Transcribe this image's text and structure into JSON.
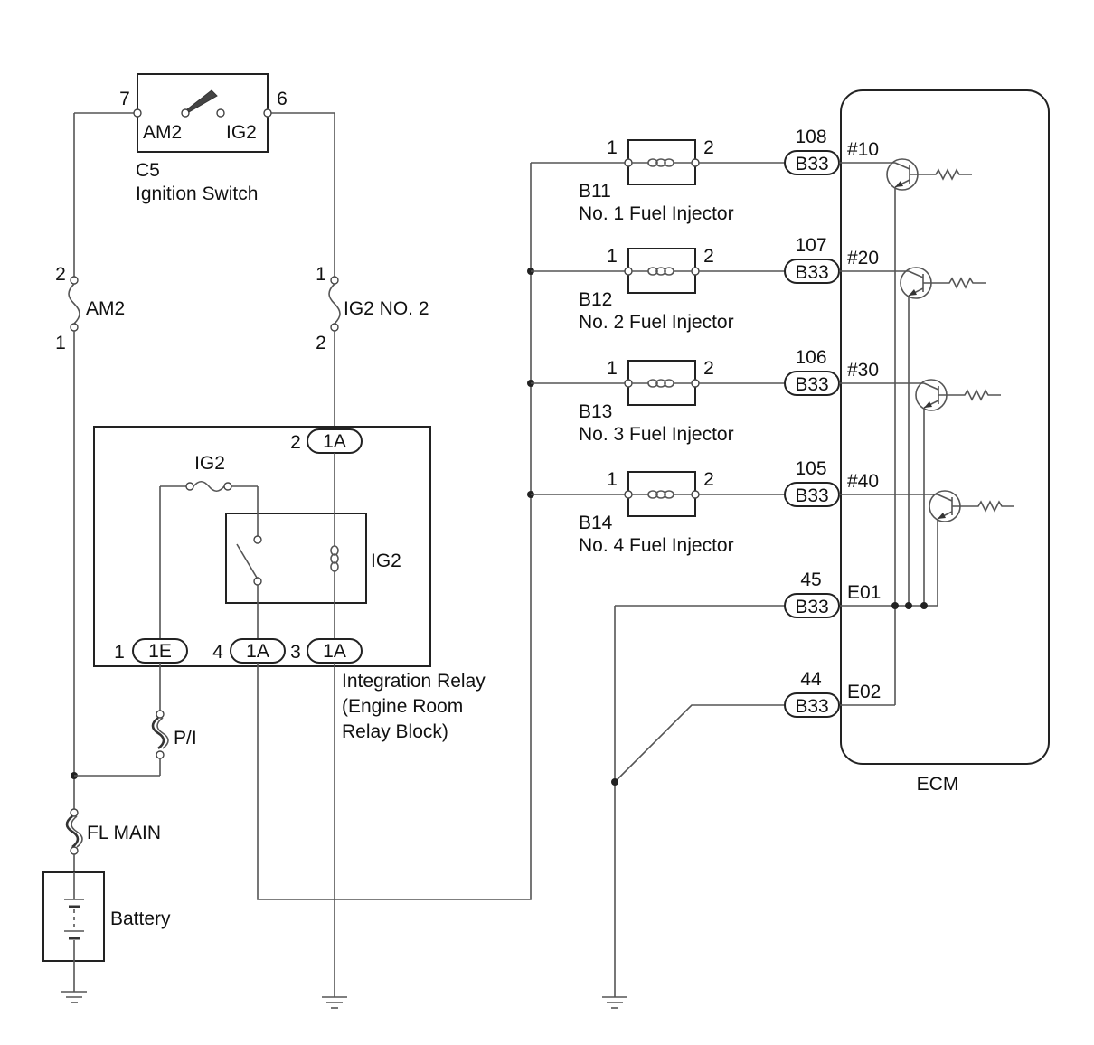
{
  "ignition_switch": {
    "code": "C5",
    "name": "Ignition Switch",
    "pin_left": "7",
    "pin_right": "6",
    "terminal_left": "AM2",
    "terminal_right": "IG2"
  },
  "fuses": {
    "am2": {
      "label": "AM2",
      "pin_top": "2",
      "pin_bottom": "1"
    },
    "ig2_no2": {
      "label": "IG2 NO. 2",
      "pin_top": "1",
      "pin_bottom": "2"
    },
    "pi": {
      "label": "P/I"
    },
    "fl_main": {
      "label": "FL MAIN"
    }
  },
  "integration_relay": {
    "name_lines": [
      "Integration Relay",
      "(Engine Room",
      "Relay Block)"
    ],
    "fuse_label": "IG2",
    "relay_label": "IG2",
    "connectors": [
      {
        "pin": "2",
        "code": "1A"
      },
      {
        "pin": "1",
        "code": "1E"
      },
      {
        "pin": "4",
        "code": "1A"
      },
      {
        "pin": "3",
        "code": "1A"
      }
    ]
  },
  "battery": {
    "label": "Battery"
  },
  "injectors": [
    {
      "code": "B11",
      "name": "No. 1 Fuel Injector",
      "pin_in": "1",
      "pin_out": "2",
      "ecm_pin": "108",
      "ecm_connector": "B33",
      "signal": "#10"
    },
    {
      "code": "B12",
      "name": "No. 2 Fuel Injector",
      "pin_in": "1",
      "pin_out": "2",
      "ecm_pin": "107",
      "ecm_connector": "B33",
      "signal": "#20"
    },
    {
      "code": "B13",
      "name": "No. 3 Fuel Injector",
      "pin_in": "1",
      "pin_out": "2",
      "ecm_pin": "106",
      "ecm_connector": "B33",
      "signal": "#30"
    },
    {
      "code": "B14",
      "name": "No. 4 Fuel Injector",
      "pin_in": "1",
      "pin_out": "2",
      "ecm_pin": "105",
      "ecm_connector": "B33",
      "signal": "#40"
    }
  ],
  "ecm": {
    "label": "ECM",
    "grounds": [
      {
        "ecm_pin": "45",
        "ecm_connector": "B33",
        "signal": "E01"
      },
      {
        "ecm_pin": "44",
        "ecm_connector": "B33",
        "signal": "E02"
      }
    ]
  }
}
